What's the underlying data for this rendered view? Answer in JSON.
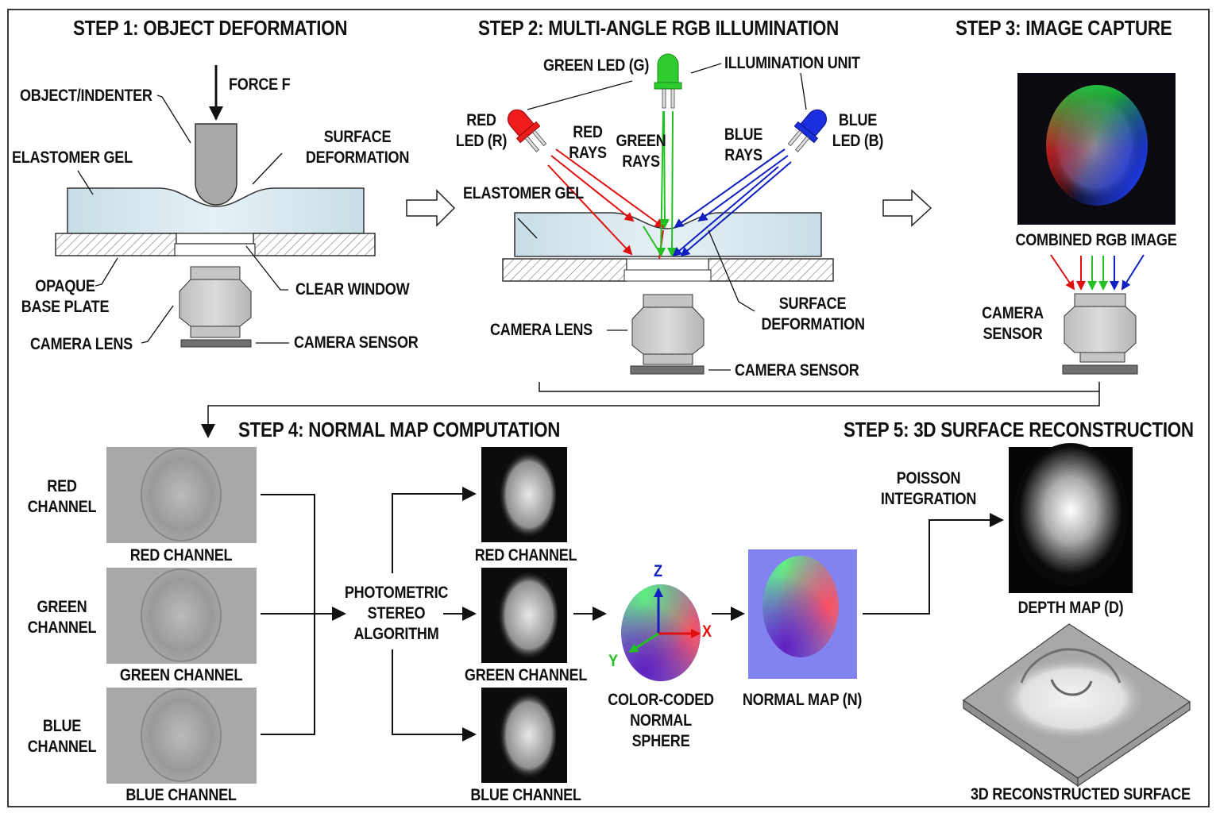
{
  "steps": {
    "step1": {
      "title": "STEP 1: OBJECT DEFORMATION",
      "labels": {
        "force": "FORCE F",
        "indenter": "OBJECT/INDENTER",
        "elastomer": "ELASTOMER GEL",
        "surface_deformation": "SURFACE\nDEFORMATION",
        "opaque_base": "OPAQUE\nBASE PLATE",
        "clear_window": "CLEAR WINDOW",
        "camera_lens": "CAMERA LENS",
        "camera_sensor": "CAMERA SENSOR"
      }
    },
    "step2": {
      "title": "STEP 2: MULTI-ANGLE RGB ILLUMINATION",
      "labels": {
        "green_led": "GREEN LED (G)",
        "illumination_unit": "ILLUMINATION UNIT",
        "red_led": "RED\nLED (R)",
        "red_rays": "RED\nRAYS",
        "green_rays": "GREEN\nRAYS",
        "blue_rays": "BLUE\nRAYS",
        "blue_led": "BLUE\nLED (B)",
        "elastomer": "ELASTOMER GEL",
        "surface_deformation": "SURFACE\nDEFORMATION",
        "camera_lens": "CAMERA LENS",
        "camera_sensor": "CAMERA SENSOR"
      }
    },
    "step3": {
      "title": "STEP 3: IMAGE CAPTURE",
      "labels": {
        "combined": "COMBINED RGB IMAGE",
        "camera_sensor": "CAMERA\nSENSOR"
      }
    },
    "step4": {
      "title": "STEP 4: NORMAL MAP COMPUTATION",
      "input_channels": [
        {
          "side_label": "RED\nCHANNEL",
          "caption": "RED CHANNEL"
        },
        {
          "side_label": "GREEN\nCHANNEL",
          "caption": "GREEN CHANNEL"
        },
        {
          "side_label": "BLUE\nCHANNEL",
          "caption": "BLUE CHANNEL"
        }
      ],
      "algorithm": "PHOTOMETRIC\nSTEREO\nALGORITHM",
      "output_channels": [
        "RED CHANNEL",
        "GREEN CHANNEL",
        "BLUE CHANNEL"
      ],
      "sphere": {
        "label": "COLOR-CODED\nNORMAL\nSPHERE",
        "axes": [
          "X",
          "Y",
          "Z"
        ]
      },
      "normal_map": "NORMAL MAP (N)"
    },
    "step5": {
      "title": "STEP 5: 3D SURFACE RECONSTRUCTION",
      "integration": "POISSON\nINTEGRATION",
      "depth_map": "DEPTH MAP (D)",
      "surface": "3D RECONSTRUCTED SURFACE"
    }
  },
  "colors": {
    "red": "#e01010",
    "green": "#22c022",
    "blue": "#1020c0",
    "gel": "#cfe2ea",
    "normal_bg": "#8080f0"
  }
}
